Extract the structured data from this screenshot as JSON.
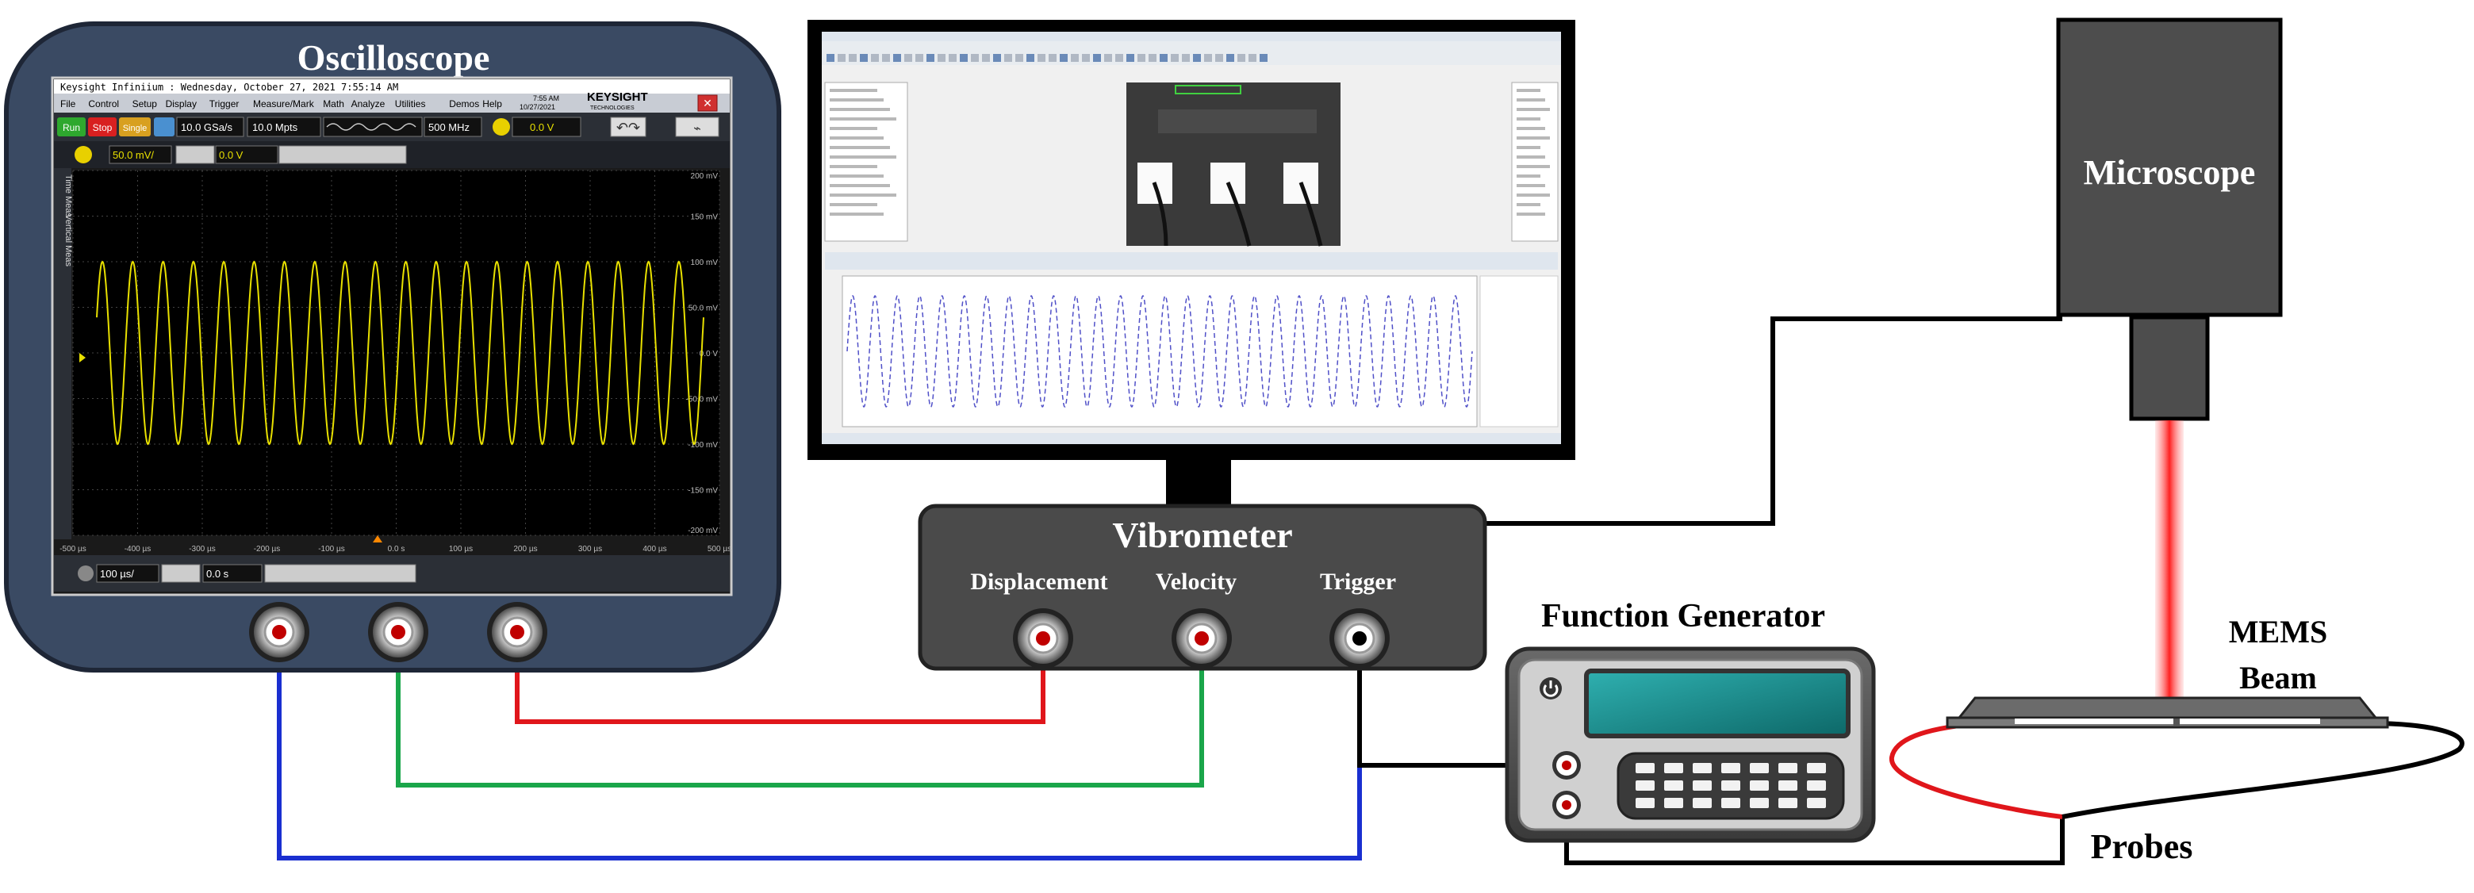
{
  "labels": {
    "oscilloscope": "Oscilloscope",
    "vibrometer": "Vibrometer",
    "microscope": "Microscope",
    "function_generator": "Function Generator",
    "mems_line1": "MEMS",
    "mems_line2": "Beam",
    "probes": "Probes",
    "displacement": "Displacement",
    "velocity": "Velocity",
    "trigger": "Trigger"
  },
  "oscilloscope_screen": {
    "title_bar": "Keysight Infiniium : Wednesday, October 27, 2021 7:55:14 AM",
    "brand": "KEYSIGHT",
    "brand_sub": "TECHNOLOGIES",
    "date": "10/27/2021",
    "time": "7:55 AM",
    "menu": [
      "File",
      "Control",
      "Setup",
      "Display",
      "Trigger",
      "Measure/Mark",
      "Math",
      "Analyze",
      "Utilities",
      "Demos",
      "Help"
    ],
    "run_label": "Run",
    "stop_label": "Stop",
    "single_label": "Single",
    "sample_rate": "10.0 GSa/s",
    "memory_depth": "10.0 Mpts",
    "bandwidth": "500 MHz",
    "trigger_level": "0.0 V",
    "channel_scale": "50.0 mV/",
    "channel_offset": "0.0 V",
    "timebase": "100 µs/",
    "time_offset": "0.0 s",
    "side_tab_1": "Time Meas",
    "side_tab_2": "Vertical Meas",
    "y_ticks": [
      "200 mV",
      "150 mV",
      "100 mV",
      "50.0 mV",
      "0.0 V",
      "-50.0 mV",
      "-100 mV",
      "-150 mV",
      "-200 mV"
    ],
    "x_ticks": [
      "-500 µs",
      "-400 µs",
      "-300 µs",
      "-200 µs",
      "-100 µs",
      "0.0 s",
      "100 µs",
      "200 µs",
      "300 µs",
      "400 µs",
      "500 µs"
    ],
    "waveform": {
      "cycles": 20,
      "amplitude_mv": 100,
      "color": "#e8e000"
    }
  },
  "colors": {
    "housing": "#3a4a63",
    "vibrometer_body": "#4a4a4a",
    "microscope_body": "#4d4d4d",
    "laser": "#ff4040",
    "wire_red": "#e0161b",
    "wire_green": "#1aa64a",
    "wire_blue": "#1a2fd0",
    "wire_black": "#000000",
    "fg_display": "#1a8a8a"
  }
}
